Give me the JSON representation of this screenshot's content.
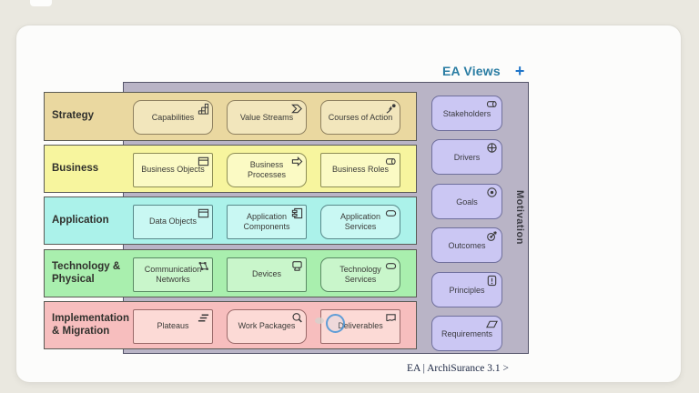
{
  "header": {
    "title": "EA Views",
    "add_button": "+"
  },
  "footer": {
    "caption": "EA | ArchiSurance 3.1 >"
  },
  "motivation": {
    "label": "Motivation",
    "items": [
      {
        "label": "Stakeholders",
        "icon": "stakeholder-icon"
      },
      {
        "label": "Drivers",
        "icon": "driver-icon"
      },
      {
        "label": "Goals",
        "icon": "goal-icon"
      },
      {
        "label": "Outcomes",
        "icon": "outcome-icon"
      },
      {
        "label": "Principles",
        "icon": "principle-icon"
      },
      {
        "label": "Requirements",
        "icon": "requirement-icon"
      }
    ]
  },
  "layers": [
    {
      "label": "Strategy",
      "boxes": [
        {
          "label": "Capabilities",
          "icon": "capability-icon"
        },
        {
          "label": "Value Streams",
          "icon": "value-stream-icon"
        },
        {
          "label": "Courses of Action",
          "icon": "course-of-action-icon"
        }
      ]
    },
    {
      "label": "Business",
      "boxes": [
        {
          "label": "Business Objects",
          "icon": "object-icon"
        },
        {
          "label": "Business Processes",
          "icon": "process-icon"
        },
        {
          "label": "Business Roles",
          "icon": "role-icon"
        }
      ]
    },
    {
      "label": "Application",
      "boxes": [
        {
          "label": "Data Objects",
          "icon": "object-icon"
        },
        {
          "label": "Application Components",
          "icon": "component-icon"
        },
        {
          "label": "Application Services",
          "icon": "service-icon"
        }
      ]
    },
    {
      "label": "Technology & Physical",
      "boxes": [
        {
          "label": "Communication Networks",
          "icon": "network-icon"
        },
        {
          "label": "Devices",
          "icon": "device-icon"
        },
        {
          "label": "Technology Services",
          "icon": "service-icon"
        }
      ]
    },
    {
      "label": "Implementation & Migration",
      "boxes": [
        {
          "label": "Plateaus",
          "icon": "plateau-icon"
        },
        {
          "label": "Work Packages",
          "icon": "work-package-icon"
        },
        {
          "label": "Deliverables",
          "icon": "deliverable-icon"
        }
      ]
    }
  ],
  "colors": {
    "strategy": "#ead8a0",
    "business": "#f7f59e",
    "application": "#abf2ea",
    "technology": "#a9efae",
    "implementation": "#f7bebe",
    "motivation_panel": "#b9b4c6",
    "motivation_box": "#cbc7f3",
    "header_title": "#2a7da3",
    "add_button": "#1f75c9"
  }
}
